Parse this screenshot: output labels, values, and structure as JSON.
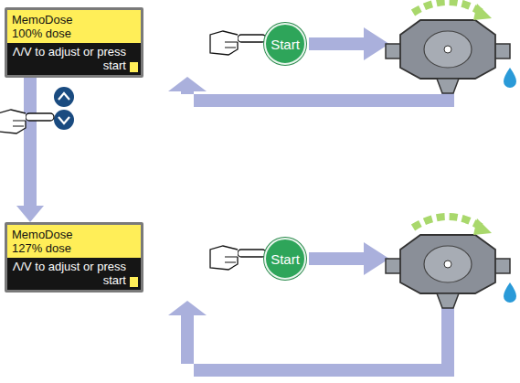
{
  "diagram": {
    "nodes": [
      {
        "text": [
          "MemoDose",
          "100% dose",
          "Λ/V to adjust or press start"
        ]
      },
      {
        "text": [
          "Start"
        ]
      },
      {
        "text": [
          "MemoDose",
          "127% dose",
          "Λ/V to adjust or press start"
        ]
      },
      {
        "text": [
          "Start"
        ]
      }
    ],
    "edges": [
      {
        "from": 0,
        "to": 2,
        "arrow": "to"
      }
    ]
  }
}
